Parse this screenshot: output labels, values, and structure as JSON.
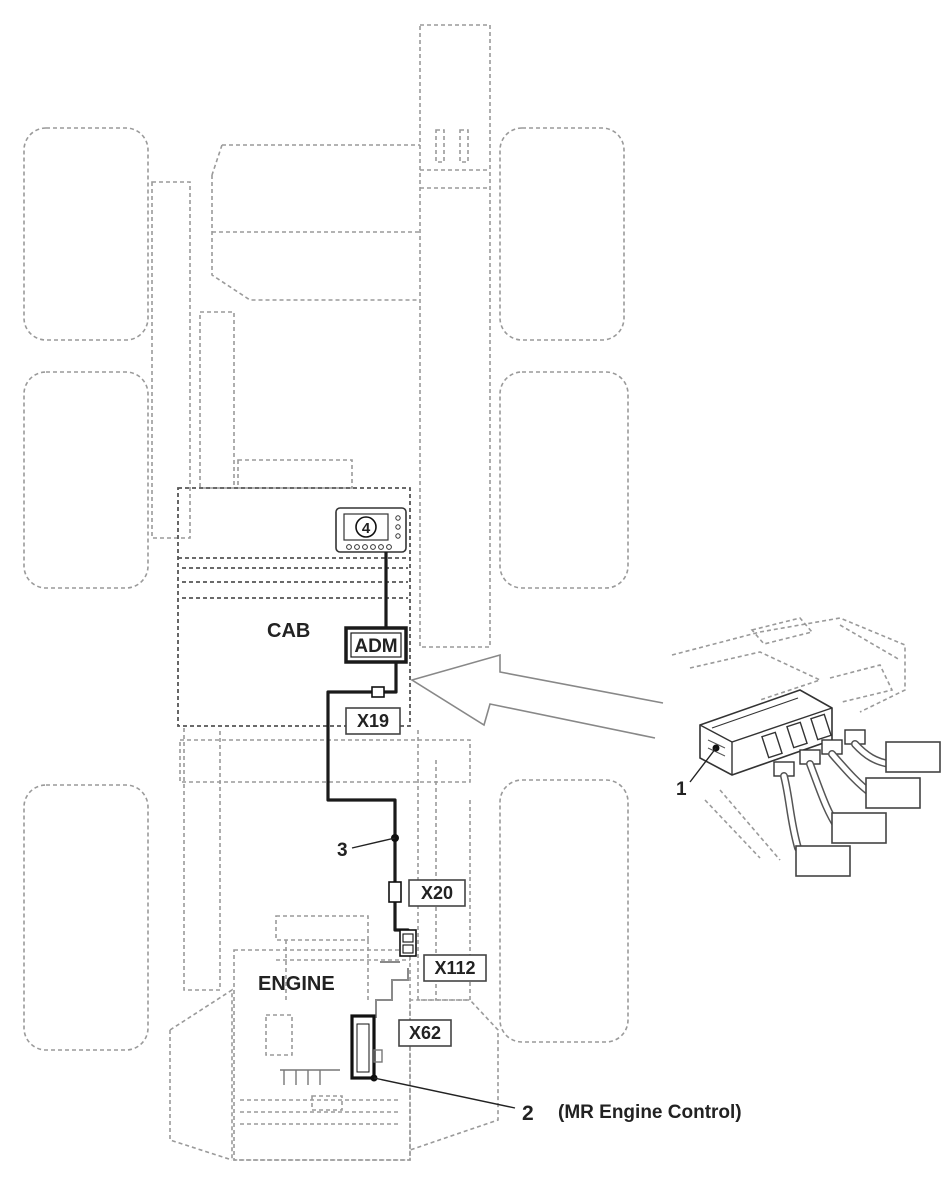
{
  "labels": {
    "cab": "CAB",
    "engine": "ENGINE",
    "adm": "ADM",
    "screen_number": "4"
  },
  "connectors": {
    "x19": "X19",
    "x20": "X20",
    "x112": "X112",
    "x62": "X62"
  },
  "callouts": {
    "item1": "1",
    "item2": "2",
    "item2_desc": "(MR Engine Control)",
    "item3": "3"
  }
}
